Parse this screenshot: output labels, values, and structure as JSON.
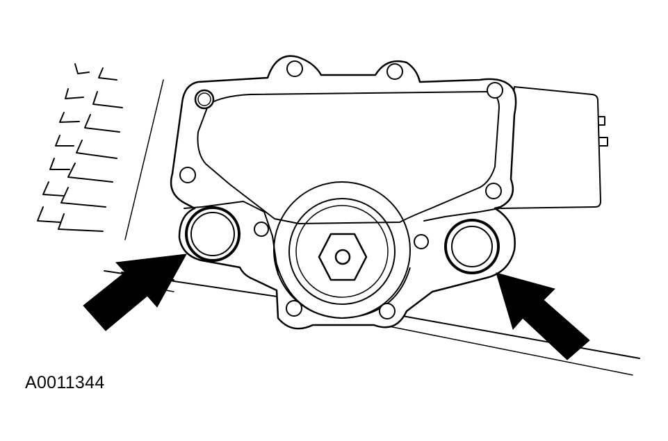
{
  "figure": {
    "id": "A0011344",
    "stroke_color": "#000000",
    "fill_color": "#ffffff",
    "arrow_count": 2,
    "parts": [
      "mounting-plate",
      "bolt-holes",
      "highlighted-o-ring-seals",
      "hex-shaft-nut",
      "connector-housing",
      "cooling-fins",
      "pointer-arrows"
    ]
  }
}
